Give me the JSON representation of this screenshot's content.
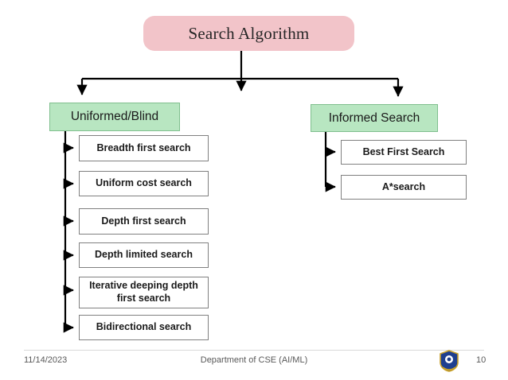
{
  "slide": {
    "title": "Search Algorithm",
    "categories": [
      {
        "id": "uninformed",
        "label": "Uniformed/Blind"
      },
      {
        "id": "informed",
        "label": "Informed Search"
      }
    ],
    "uninformed_children": [
      {
        "label": "Breadth first search"
      },
      {
        "label": "Uniform cost search"
      },
      {
        "label": "Depth first search"
      },
      {
        "label": "Depth limited search"
      },
      {
        "label": "Iterative deeping depth first search"
      },
      {
        "label": "Bidirectional search"
      }
    ],
    "informed_children": [
      {
        "label": "Best First Search"
      },
      {
        "label": "A*search"
      }
    ],
    "colors": {
      "title_fill": "#f2c4c9",
      "category_fill": "#b8e6c1",
      "category_border": "#7fbf8e",
      "leaf_border": "#808080",
      "connector": "#000000",
      "footer_text": "#595959"
    }
  },
  "footer": {
    "date": "11/14/2023",
    "center": "Department of CSE (AI/ML)",
    "page_number": "10",
    "logo_name": "institution-logo"
  }
}
